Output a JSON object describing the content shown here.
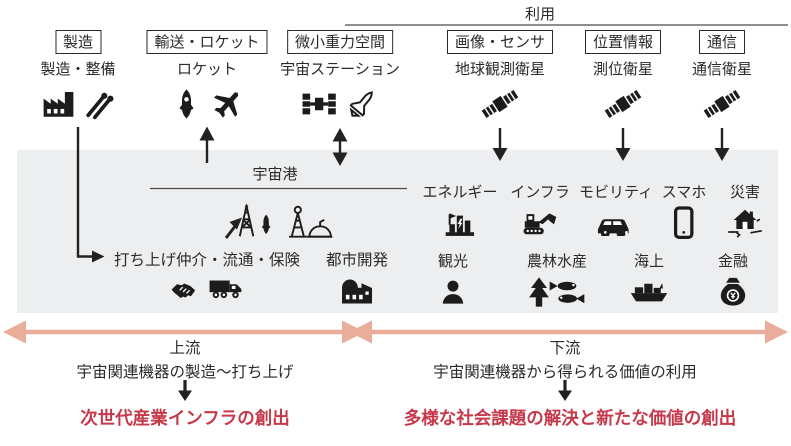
{
  "colors": {
    "band_bg": "#eceef0",
    "salmon_arrow": "#e9ad9a",
    "result_red": "#c5394b",
    "ink": "#1c1c1c"
  },
  "top": {
    "usage_label": "利用",
    "columns": [
      {
        "box": "製造",
        "label": "製造・整備",
        "icons": [
          "factory-icon",
          "tools-icon"
        ],
        "connector": "line-down-elbow-right"
      },
      {
        "box": "輸送・ロケット",
        "label": "ロケット",
        "icons": [
          "rocket-icon",
          "plane-icon"
        ],
        "connector": "arrow-up"
      },
      {
        "box": "微小重力空間",
        "label": "宇宙ステーション",
        "icons": [
          "space-station-icon",
          "shuttle-icon"
        ],
        "connector": "arrow-up-down"
      },
      {
        "box": "画像・センサ",
        "label": "地球観測衛星",
        "icons": [
          "satellite-icon"
        ],
        "connector": "arrow-down"
      },
      {
        "box": "位置情報",
        "label": "測位衛星",
        "icons": [
          "satellite-icon"
        ],
        "connector": "arrow-down"
      },
      {
        "box": "通信",
        "label": "通信衛星",
        "icons": [
          "satellite-icon"
        ],
        "connector": "arrow-down"
      }
    ]
  },
  "band": {
    "spaceport_label": "宇宙港",
    "spaceport_icons": [
      "launch-tower-icon",
      "spaceport-city-icon"
    ],
    "launch_services_label": "打ち上げ仲介・流通・保険",
    "launch_services_icons": [
      "handshake-icon",
      "truck-icon"
    ],
    "urban_dev_label": "都市開発",
    "urban_dev_icon": "city-factory-icon",
    "sectors_row1": [
      {
        "label": "エネルギー",
        "icon": "power-plant-icon"
      },
      {
        "label": "インフラ",
        "icon": "excavator-icon"
      },
      {
        "label": "モビリティ",
        "icon": "car-icon"
      },
      {
        "label": "スマホ",
        "icon": "smartphone-icon"
      },
      {
        "label": "災害",
        "icon": "disaster-house-icon"
      }
    ],
    "sectors_row2": [
      {
        "label": "観光",
        "icon": "person-icon"
      },
      {
        "label": "農林水産",
        "icon": "tree-fish-icon"
      },
      {
        "label": "海上",
        "icon": "ship-icon"
      },
      {
        "label": "金融",
        "icon": "money-bag-icon"
      }
    ]
  },
  "bottom": {
    "upstream": {
      "title": "上流",
      "desc": "宇宙関連機器の製造～打ち上げ",
      "arrow": "↓",
      "result": "次世代産業インフラの創出"
    },
    "downstream": {
      "title": "下流",
      "desc": "宇宙関連機器から得られる価値の利用",
      "arrow": "↓",
      "result": "多様な社会課題の解決と新たな価値の創出"
    }
  }
}
